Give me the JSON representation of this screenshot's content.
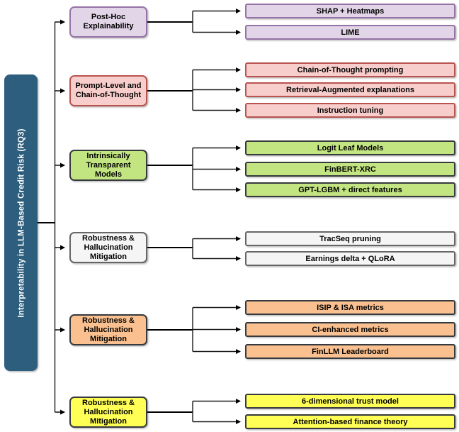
{
  "canvas": {
    "background": "#FFFFFF",
    "connector_color": "#000000"
  },
  "diagram": {
    "root": {
      "label": "Interpretability in LLM-Based Credit Risk (RQ3)",
      "fill": "#2E5E7E",
      "text_color": "#FFFFFF"
    },
    "branches": [
      {
        "label": "Post-Hoc Explainability",
        "fill": "#E1D5E7",
        "border": "#9673A6",
        "children": [
          "SHAP + Heatmaps",
          "LIME"
        ]
      },
      {
        "label": "Prompt-Level and Chain-of-Thought",
        "fill": "#F8CECC",
        "border": "#B85450",
        "children": [
          "Chain-of-Thought prompting",
          "Retrieval-Augmented explanations",
          "Instruction tuning"
        ]
      },
      {
        "label": "Intrinsically Transparent Models",
        "fill": "#C3E581",
        "border": "#36393D",
        "children": [
          "Logit Leaf Models",
          "FinBERT-XRC",
          "GPT-LGBM + direct features"
        ]
      },
      {
        "label": "Robustness & Hallucination Mitigation",
        "fill": "#F5F5F5",
        "border": "#666666",
        "children": [
          "TracSeq pruning",
          "Earnings delta + QLoRA"
        ]
      },
      {
        "label": "Robustness & Hallucination Mitigation",
        "fill": "#FAC08F",
        "border": "#36393D",
        "children": [
          "ISIP & ISA metrics",
          "CI-enhanced metrics",
          "FinLLM Leaderboard"
        ]
      },
      {
        "label": "Robustness & Hallucination Mitigation",
        "fill": "#FFFF55",
        "border": "#36393D",
        "children": [
          "6-dimensional trust model",
          "Attention-based finance theory"
        ]
      }
    ]
  }
}
